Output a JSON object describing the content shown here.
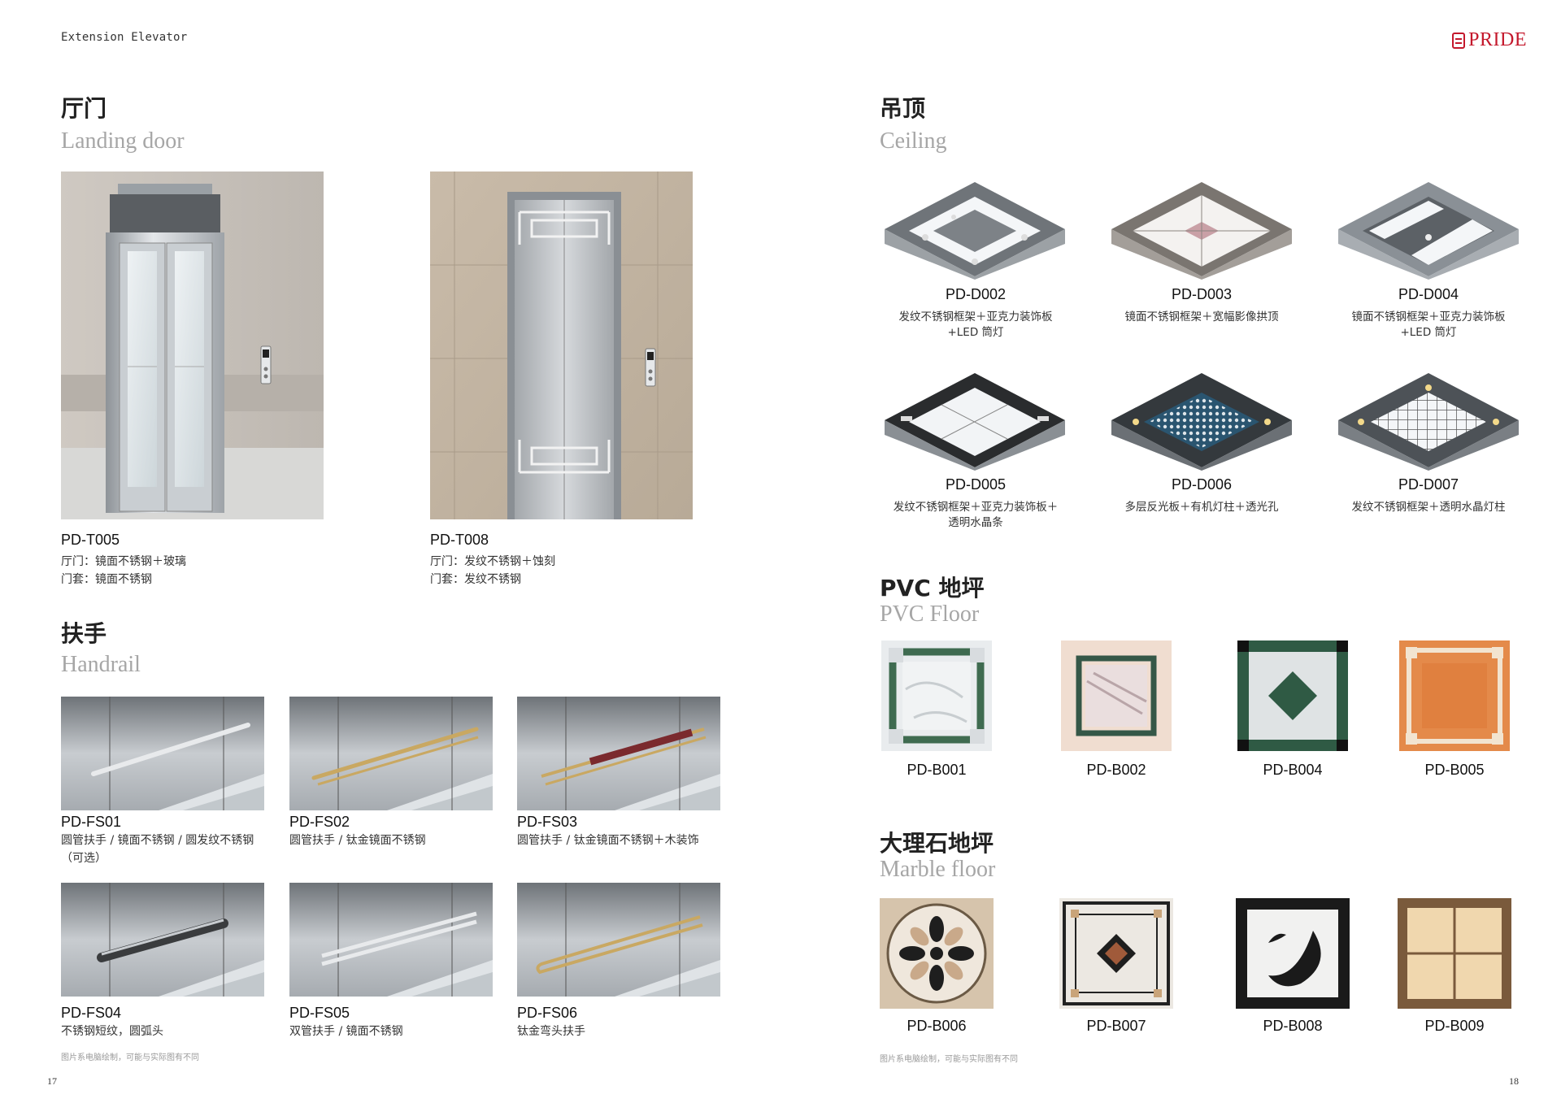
{
  "header": {
    "left_text": "Extension Elevator",
    "brand": "PRIDE"
  },
  "landing": {
    "title_cn": "厅门",
    "title_en": "Landing door",
    "items": [
      {
        "code": "PD-T005",
        "lines": [
          "厅门：镜面不锈钢＋玻璃",
          "门套：镜面不锈钢"
        ]
      },
      {
        "code": "PD-T008",
        "lines": [
          "厅门：发纹不锈钢＋蚀刻",
          "门套：发纹不锈钢"
        ]
      }
    ]
  },
  "handrail": {
    "title_cn": "扶手",
    "title_en": "Handrail",
    "items": [
      {
        "code": "PD-FS01",
        "lines": [
          "圆管扶手 / 镜面不锈钢 / 圆发纹不锈钢",
          "（可选）"
        ]
      },
      {
        "code": "PD-FS02",
        "lines": [
          "圆管扶手 / 钛金镜面不锈钢"
        ]
      },
      {
        "code": "PD-FS03",
        "lines": [
          "圆管扶手 / 钛金镜面不锈钢＋木装饰"
        ]
      },
      {
        "code": "PD-FS04",
        "lines": [
          "不锈钢短纹，圆弧头"
        ]
      },
      {
        "code": "PD-FS05",
        "lines": [
          "双管扶手 / 镜面不锈钢"
        ]
      },
      {
        "code": "PD-FS06",
        "lines": [
          "钛金弯头扶手"
        ]
      }
    ],
    "note": "图片系电脑绘制，可能与实际图有不同"
  },
  "ceiling": {
    "title_cn": "吊顶",
    "title_en": "Ceiling",
    "items": [
      {
        "code": "PD-D002",
        "lines": [
          "发纹不锈钢框架＋亚克力装饰板",
          "+LED 筒灯"
        ]
      },
      {
        "code": "PD-D003",
        "lines": [
          "镜面不锈钢框架＋宽幅影像拱顶"
        ]
      },
      {
        "code": "PD-D004",
        "lines": [
          "镜面不锈钢框架＋亚克力装饰板",
          "+LED 筒灯"
        ]
      },
      {
        "code": "PD-D005",
        "lines": [
          "发纹不锈钢框架＋亚克力装饰板＋",
          "透明水晶条"
        ]
      },
      {
        "code": "PD-D006",
        "lines": [
          "多层反光板＋有机灯柱＋透光孔"
        ]
      },
      {
        "code": "PD-D007",
        "lines": [
          "发纹不锈钢框架＋透明水晶灯柱"
        ]
      }
    ]
  },
  "pvc": {
    "title_cn": "PVC 地坪",
    "title_en": "PVC Floor",
    "items": [
      {
        "code": "PD-B001"
      },
      {
        "code": "PD-B002"
      },
      {
        "code": "PD-B004"
      },
      {
        "code": "PD-B005"
      }
    ]
  },
  "marble": {
    "title_cn": "大理石地坪",
    "title_en": "Marble floor",
    "items": [
      {
        "code": "PD-B006"
      },
      {
        "code": "PD-B007"
      },
      {
        "code": "PD-B008"
      },
      {
        "code": "PD-B009"
      }
    ],
    "note": "图片系电脑绘制，可能与实际图有不同"
  },
  "pages": {
    "left": "17",
    "right": "18"
  }
}
